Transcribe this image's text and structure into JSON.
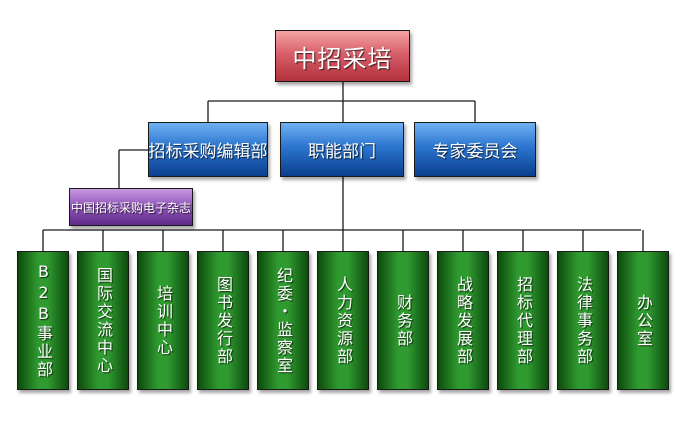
{
  "root": {
    "label": "中招采培"
  },
  "level1": [
    {
      "label": "招标采购编辑部"
    },
    {
      "label": "职能部门"
    },
    {
      "label": "专家委员会"
    }
  ],
  "sub": {
    "label": "中国招标采购电子杂志"
  },
  "departments": [
    {
      "label": "B2B事业部"
    },
    {
      "label": "国际交流中心"
    },
    {
      "label": "培训中心"
    },
    {
      "label": "图书发行部"
    },
    {
      "label": "纪委・监察室"
    },
    {
      "label": "人力资源部"
    },
    {
      "label": "财务部"
    },
    {
      "label": "战略发展部"
    },
    {
      "label": "招标代理部"
    },
    {
      "label": "法律事务部"
    },
    {
      "label": "办公室"
    }
  ],
  "colors": {
    "root": "#c24a55",
    "level1": "#1f5fb5",
    "sub": "#7d45a6",
    "departments": "#228a22",
    "connector": "#1a1a1a"
  }
}
